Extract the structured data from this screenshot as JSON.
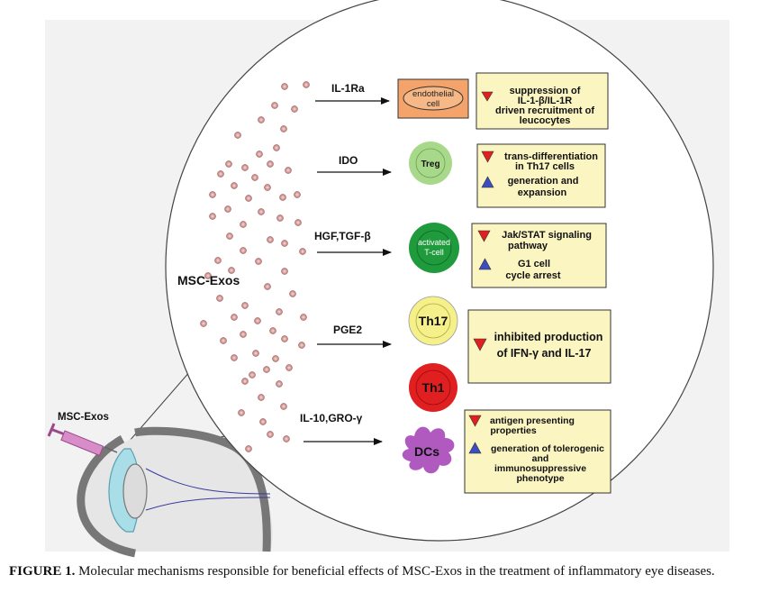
{
  "figure": {
    "exos_label": "MSC-Exos",
    "syringe_label": "MSC-Exos",
    "rows": [
      {
        "mediator": "IL-1Ra",
        "target": [
          "endothelial",
          "cell"
        ],
        "effects": [
          {
            "marker": "down",
            "lines": [
              "suppression of",
              "IL-1-β/IL-1R",
              "driven recruitment of",
              "leucocytes"
            ]
          }
        ]
      },
      {
        "mediator": "IDO",
        "target": [
          "Treg"
        ],
        "effects": [
          {
            "marker": "down",
            "lines": [
              "trans-differentiation",
              "in Th17 cells"
            ]
          },
          {
            "marker": "up",
            "lines": [
              "generation and",
              "expansion"
            ]
          }
        ]
      },
      {
        "mediator": "HGF,TGF-β",
        "target": [
          "activated",
          "T-cell"
        ],
        "effects": [
          {
            "marker": "down",
            "lines": [
              "Jak/STAT signaling",
              "pathway"
            ]
          },
          {
            "marker": "up",
            "lines": [
              "G1 cell",
              "cycle arrest"
            ]
          }
        ]
      },
      {
        "mediator": "PGE2",
        "target": [
          "Th17",
          "Th1"
        ],
        "effects": [
          {
            "marker": "down",
            "lines": [
              "inhibited production",
              "of IFN-γ and IL-17"
            ]
          }
        ]
      },
      {
        "mediator": "IL-10,GRO-γ",
        "target": [
          "DCs"
        ],
        "effects": [
          {
            "marker": "down",
            "lines": [
              "antigen  presenting",
              "properties"
            ]
          },
          {
            "marker": "up",
            "lines": [
              "generation of tolerogenic",
              "and",
              "immunosuppressive",
              "phenotype"
            ]
          }
        ]
      }
    ],
    "colors": {
      "endothelial": "#f4a46a",
      "treg": "#a8d88a",
      "activated": "#1f9a3c",
      "th17": "#f5f08a",
      "th1": "#e02020",
      "dcs": "#b05ac0",
      "box": "#fbf5c2",
      "down_marker": "#e02020",
      "up_marker": "#3a4ec0",
      "exosome": "#c98a86"
    }
  },
  "caption": {
    "label": "FIGURE 1.",
    "text": " Molecular mechanisms responsible for beneficial effects of MSC-Exos in the treatment of inflammatory eye diseases."
  }
}
